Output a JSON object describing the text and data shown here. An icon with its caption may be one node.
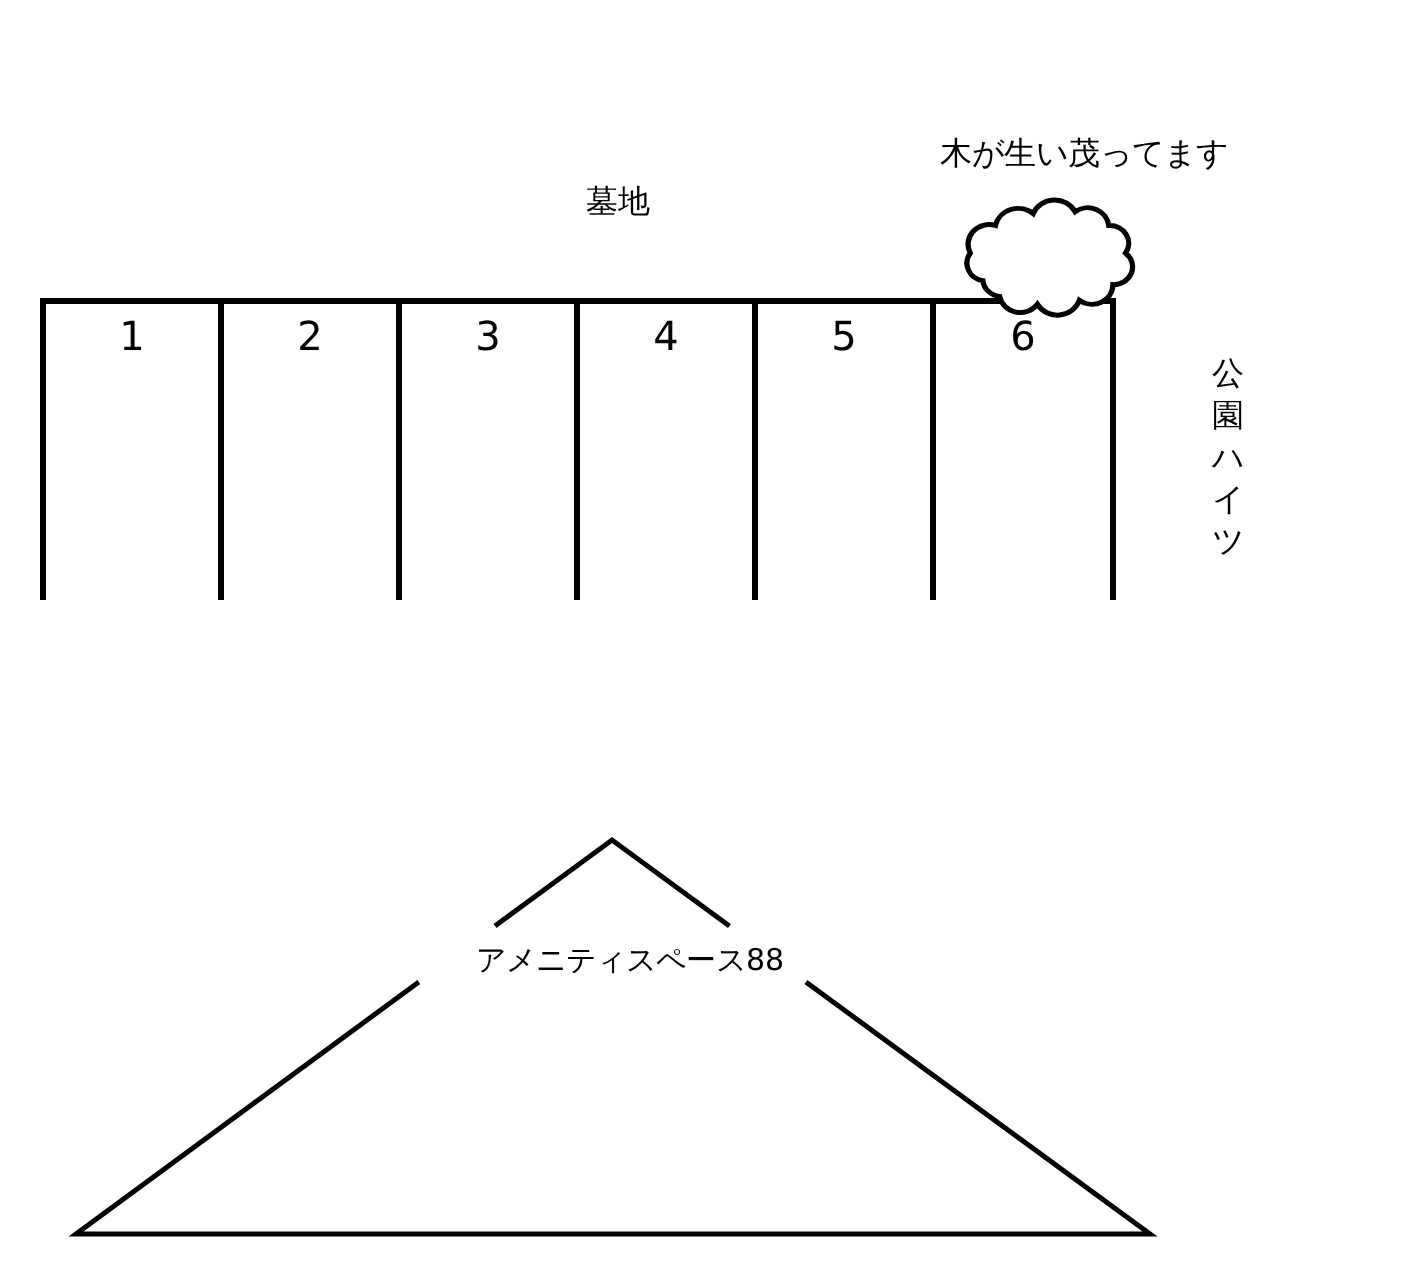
{
  "diagram": {
    "nodes": [
      {
        "text": [
          "1"
        ]
      },
      {
        "text": [
          "2"
        ]
      },
      {
        "text": [
          "3"
        ]
      },
      {
        "text": [
          "4"
        ]
      },
      {
        "text": [
          "5"
        ]
      },
      {
        "text": [
          "6"
        ]
      },
      {
        "text": [
          "木が生い茂ってます"
        ]
      },
      {
        "text": [
          "アメニティスペース88"
        ]
      }
    ],
    "labels": [
      "墓地",
      "公園ハイツ"
    ]
  }
}
